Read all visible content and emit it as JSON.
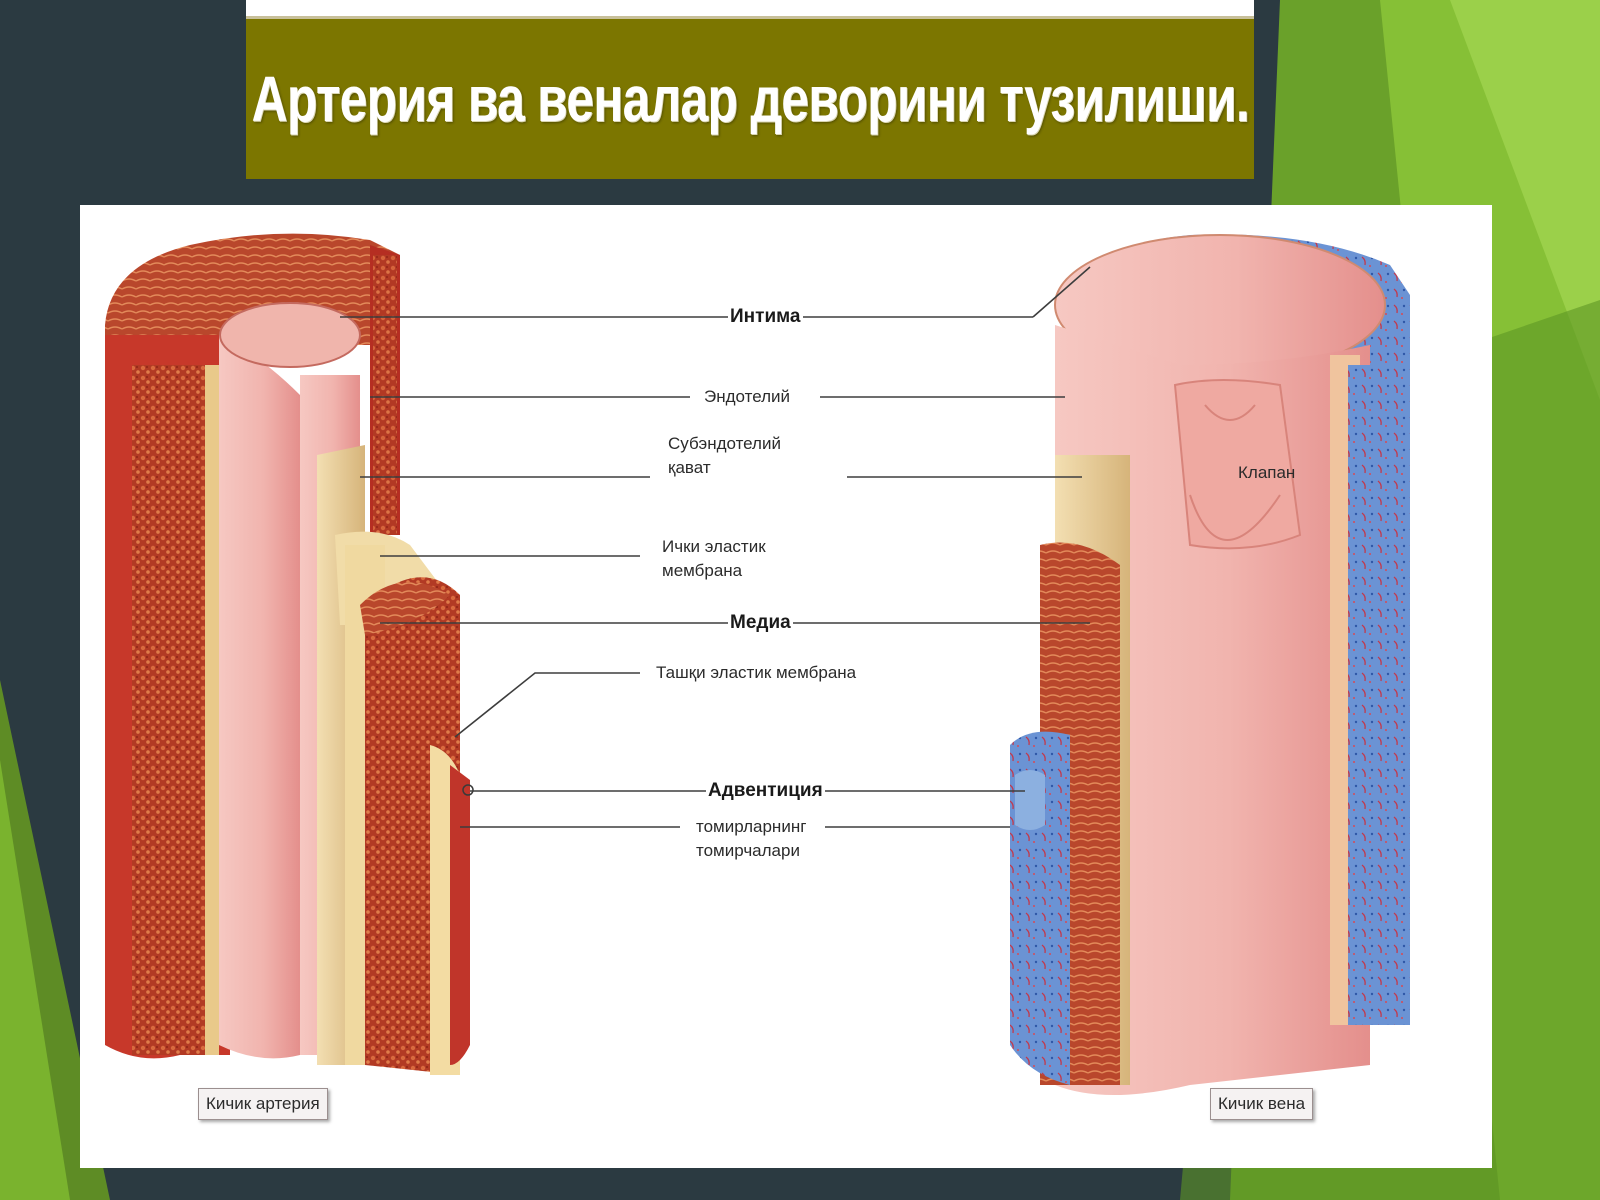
{
  "slide": {
    "title": "Артерия ва веналар деворини тузилиши."
  },
  "labels": {
    "intima": "Интима",
    "endothelium": "Эндотелий",
    "subendothelial": "Субэндотелий\nқават",
    "internal_elastic": "Ички эластик\nмембрана",
    "media": "Медиа",
    "external_elastic": "Ташқи эластик мембрана",
    "adventitia": "Адвентиция",
    "vasa_vasorum": "томирларнинг\nтомирчалари",
    "valve": "Клапан",
    "small_artery": "Кичик артерия",
    "small_vein": "Кичик вена"
  },
  "colors": {
    "title_bar": "#7c7600",
    "slide_background": "#2b3a41",
    "accent_green": "#7ab32e",
    "artery_wall": "#b83a24",
    "intima_pink": "#f2b7b3",
    "subendothelial_tan": "#e2c58f",
    "vein_adventitia": "#5b87c9"
  }
}
